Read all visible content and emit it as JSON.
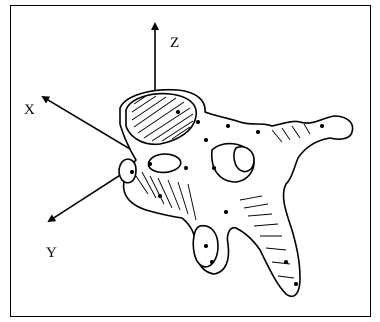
{
  "figure": {
    "axes": {
      "z": "Z",
      "x": "X",
      "y": "Y"
    }
  },
  "colors": {
    "ink": "#000000",
    "paper": "#ffffff"
  }
}
